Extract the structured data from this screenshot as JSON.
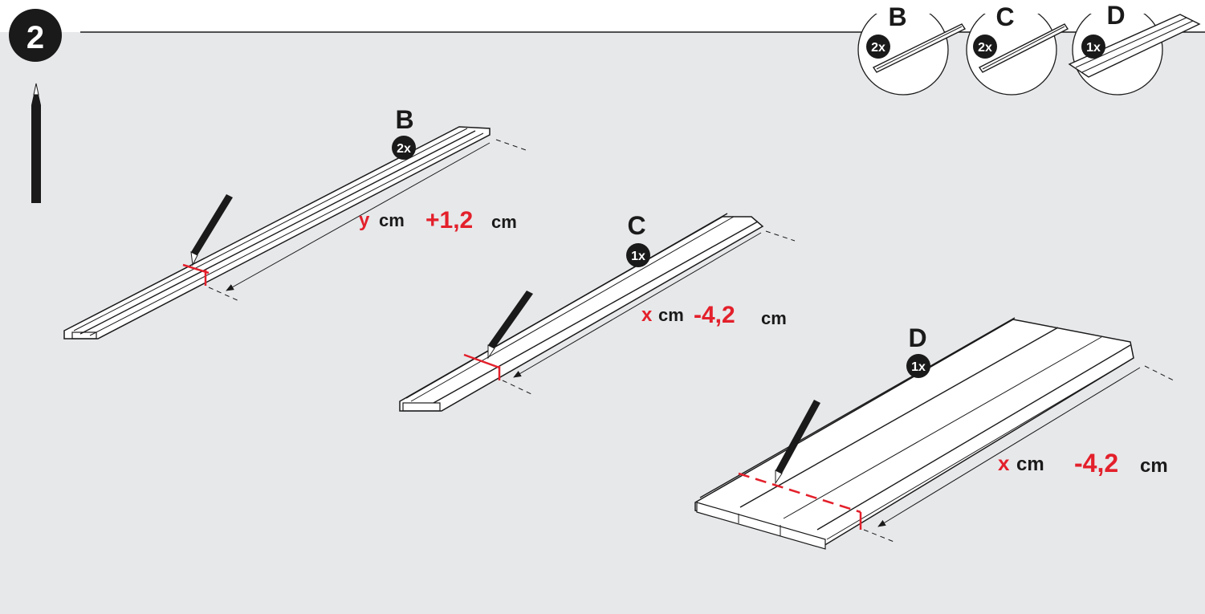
{
  "step": {
    "number": "2"
  },
  "parts_legend": [
    {
      "letter": "B",
      "qty": "2x"
    },
    {
      "letter": "C",
      "qty": "2x"
    },
    {
      "letter": "D",
      "qty": "1x"
    }
  ],
  "profiles": [
    {
      "letter": "B",
      "qty": "2x",
      "var": "y",
      "unit1": "cm",
      "offset": "+1,2",
      "unit2": "cm"
    },
    {
      "letter": "C",
      "qty": "1x",
      "var": "x",
      "unit1": "cm",
      "offset": "-4,2",
      "unit2": "cm"
    },
    {
      "letter": "D",
      "qty": "1x",
      "var": "x",
      "unit1": "cm",
      "offset": "-4,2",
      "unit2": "cm"
    }
  ],
  "colors": {
    "background": "#e7e8ea",
    "accent": "#e3202b",
    "ink": "#1a1a1a",
    "white": "#ffffff"
  },
  "icons": [
    "pencil-icon",
    "step-number-badge",
    "quantity-badge"
  ]
}
